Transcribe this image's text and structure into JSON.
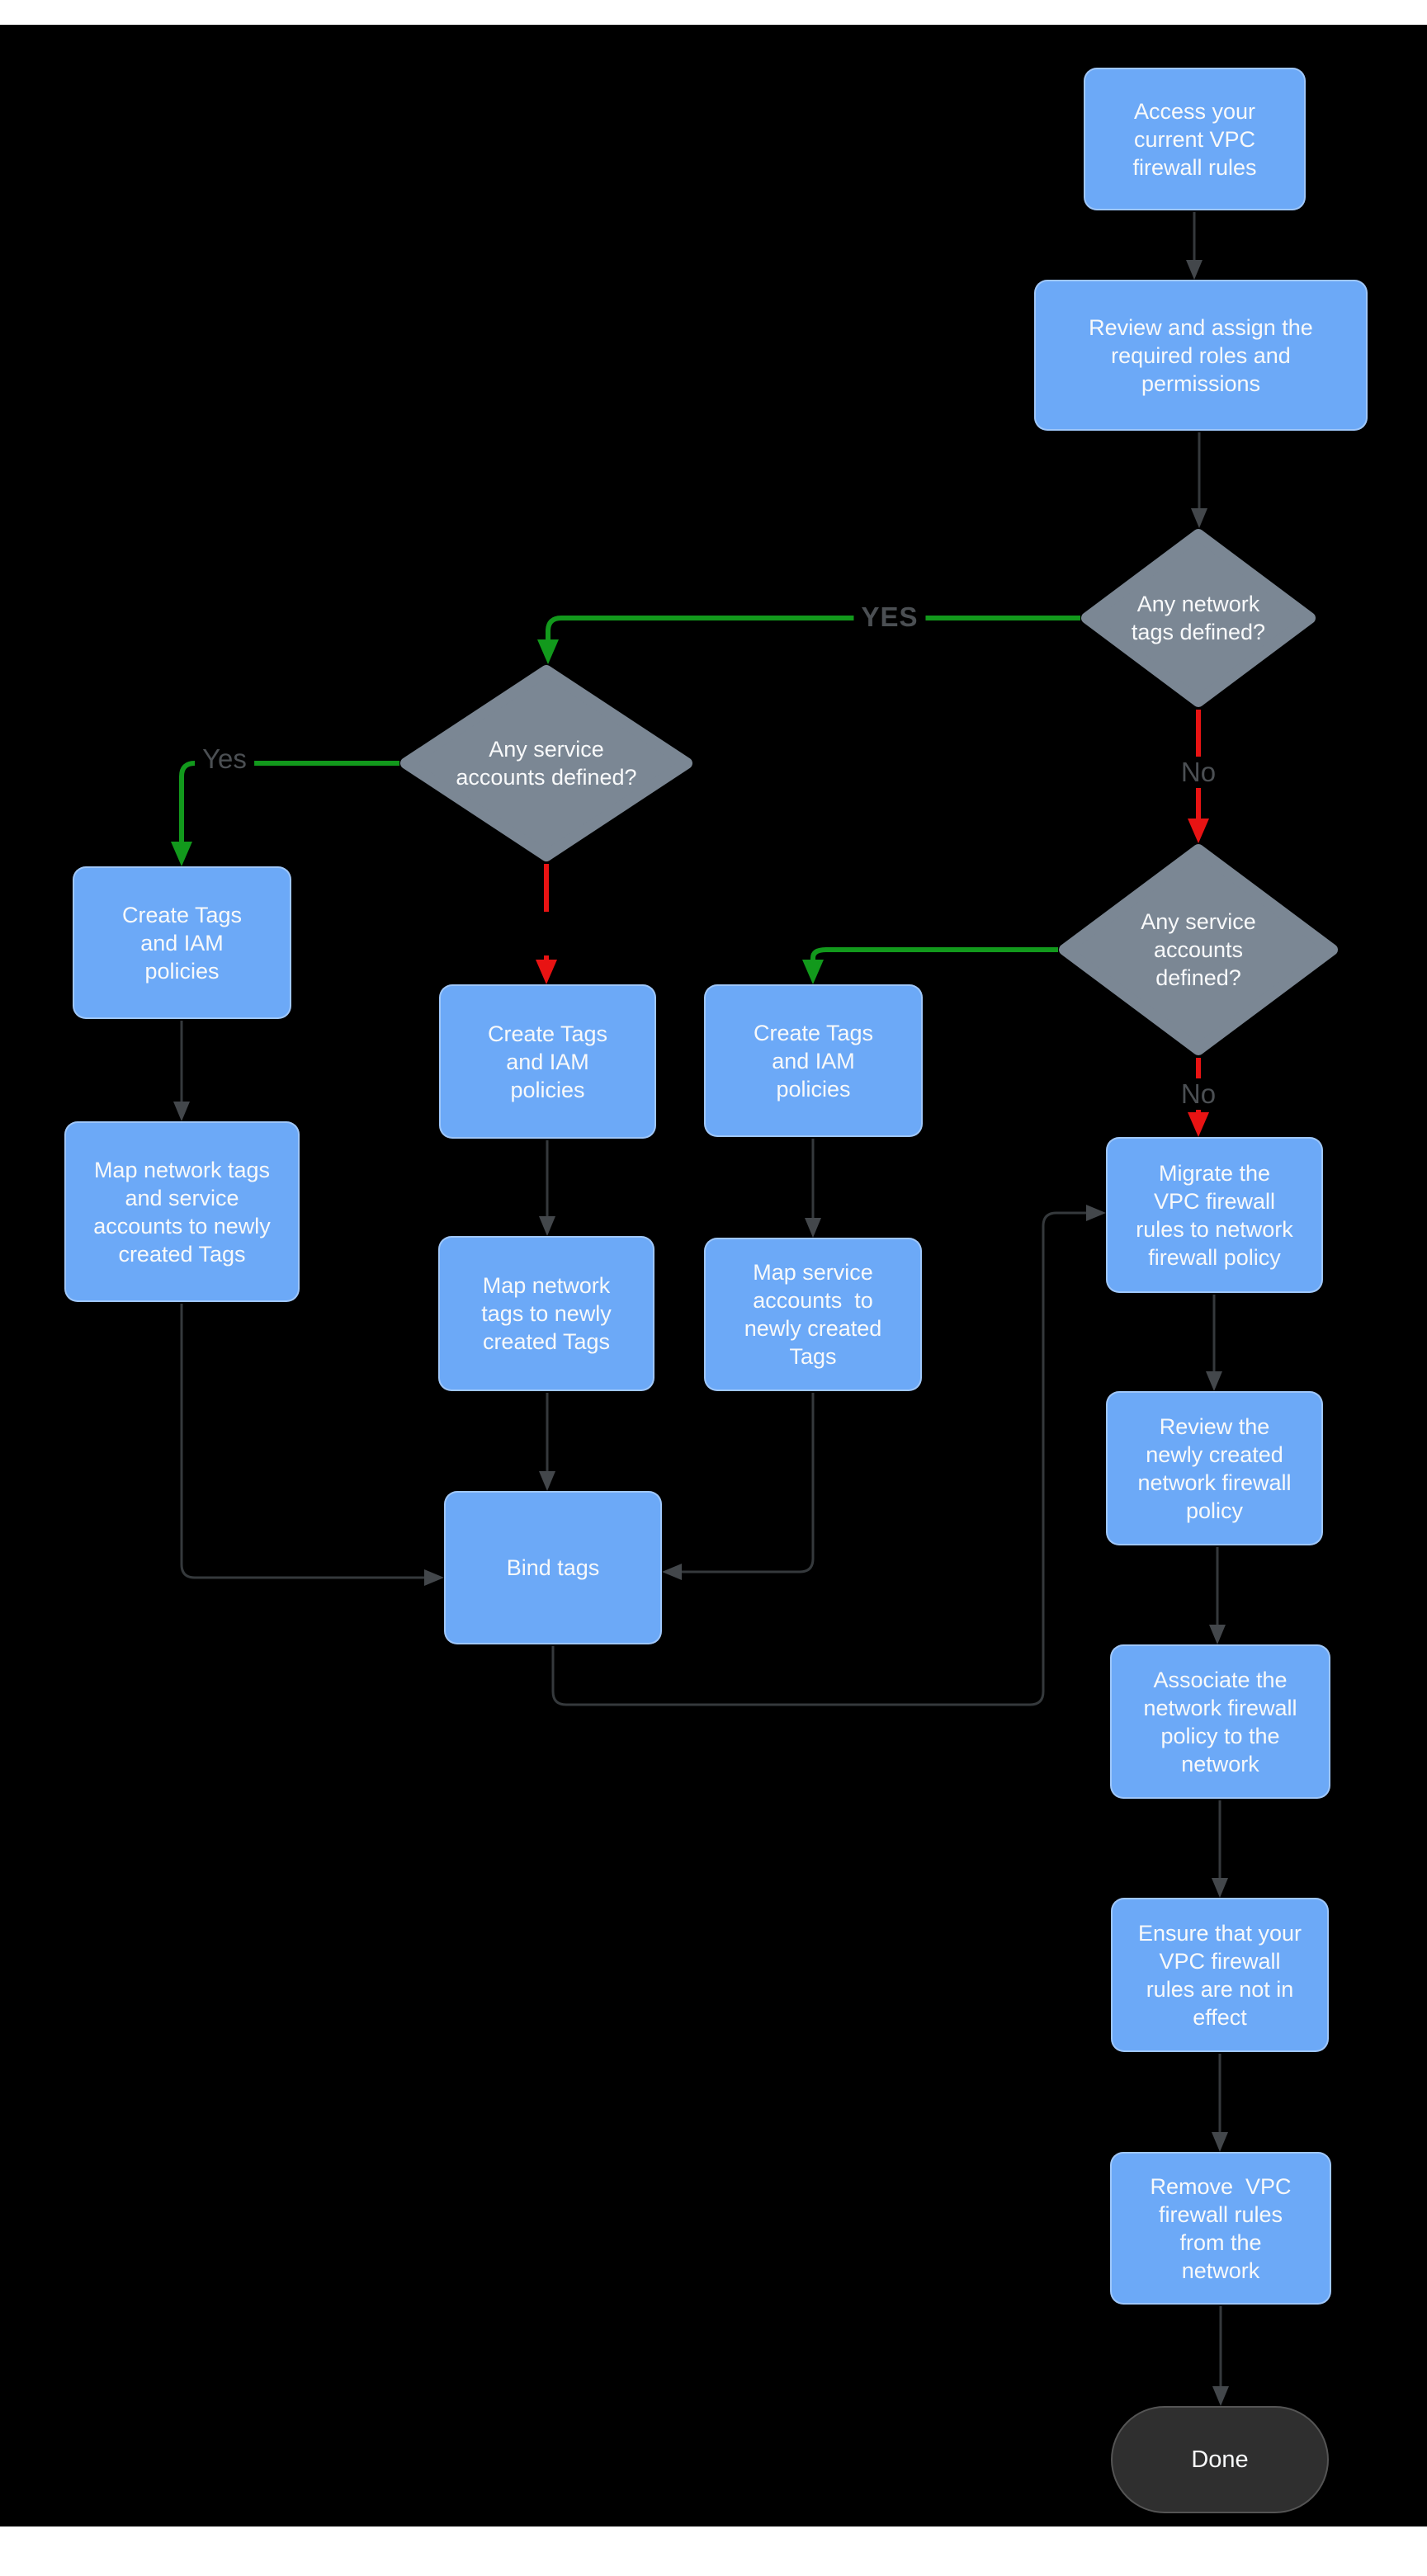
{
  "canvas": {
    "background": "#000000",
    "margin_color": "#FFFFFF"
  },
  "colors": {
    "process_fill": "#6CA9F7",
    "decision_fill": "#7B8794",
    "terminator_fill": "#2F2F2F",
    "node_text": "#F8F9FA",
    "yes_line_green": "#12991C",
    "no_line_red": "#E81313",
    "connector_gray": "#35393C",
    "arrowhead_gray": "#43474B",
    "edge_label_text": "#4B4F53"
  },
  "nodes": {
    "access": {
      "type": "process",
      "label": "Access your current VPC firewall rules"
    },
    "review_roles": {
      "type": "process",
      "label": "Review and assign the required roles and permissions"
    },
    "any_network_tags": {
      "type": "decision",
      "label": "Any network tags defined?"
    },
    "any_service_accounts_left": {
      "type": "decision",
      "label": "Any service accounts defined?"
    },
    "any_service_accounts_right": {
      "type": "decision",
      "label": "Any service accounts defined?"
    },
    "create_tags_left": {
      "type": "process",
      "label": "Create Tags and IAM policies"
    },
    "map_network_service": {
      "type": "process",
      "label": "Map network tags and service accounts to newly created Tags"
    },
    "create_tags_mid": {
      "type": "process",
      "label": "Create Tags and IAM policies"
    },
    "map_network_tags": {
      "type": "process",
      "label": "Map network tags to newly created Tags"
    },
    "create_tags_right": {
      "type": "process",
      "label": "Create Tags and IAM policies"
    },
    "map_service_accounts": {
      "type": "process",
      "label": "Map service accounts  to newly created Tags"
    },
    "bind_tags": {
      "type": "process",
      "label": "Bind tags"
    },
    "migrate": {
      "type": "process",
      "label": "Migrate the VPC firewall rules to network firewall policy"
    },
    "review_policy": {
      "type": "process",
      "label": "Review the newly created network firewall policy"
    },
    "associate_policy": {
      "type": "process",
      "label": "Associate the network firewall policy to the network"
    },
    "ensure_rules": {
      "type": "process",
      "label": "Ensure that your VPC firewall rules are not in effect"
    },
    "remove_rules": {
      "type": "process",
      "label": "Remove  VPC firewall rules from the network"
    },
    "done": {
      "type": "terminator",
      "label": "Done"
    }
  },
  "edge_labels": {
    "yes_network_tags": "YES",
    "no_network_tags": "No",
    "yes_service_left": "Yes",
    "no_service_right": "No"
  }
}
